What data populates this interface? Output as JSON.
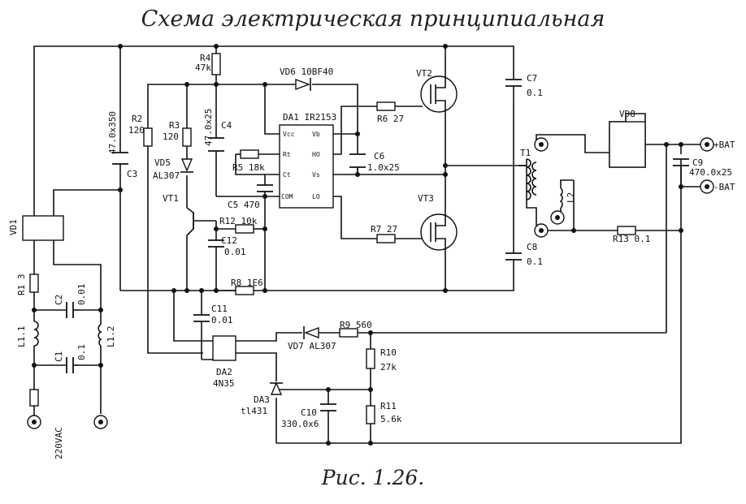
{
  "title": "Схема электрическая принципиальная",
  "caption": "Рис. 1.26.",
  "labels": {
    "r4": "R4",
    "r4v": "47k",
    "vd6": "VD6 10BF40",
    "vt2": "VT2",
    "c7": "C7",
    "c7v": "0.1",
    "r2": "R2",
    "r2v": "120",
    "r3": "R3",
    "r3v": "120",
    "c4": "C4",
    "c4v": "47.0x25",
    "c3v": "47.0x350",
    "c3": "C3",
    "da1": "DA1 IR2153",
    "vcc": "Vcc",
    "vb": "Vb",
    "rt": "Rt",
    "ho": "HO",
    "ct": "Ct",
    "vs": "Vs",
    "com": "COM",
    "lo": "LO",
    "r6": "R6 27",
    "c6": "C6",
    "c6v": "1.0x25",
    "r5": "R5 18k",
    "c5": "C5 470",
    "vd5": "VD5",
    "vd5v": "AL307",
    "vt1": "VT1",
    "vt3": "VT3",
    "r12": "R12 10k",
    "c12": "C12",
    "c12v": "0.01",
    "r7": "R7 27",
    "c8": "C8",
    "c8v": "0.1",
    "r8": "R8 1E6",
    "c11": "C11",
    "c11v": "0.01",
    "vd1": "VD1",
    "r1": "R1 3",
    "c2": "C2",
    "c2v": "0.01",
    "l11": "L1.1",
    "l12": "L1.2",
    "c1": "C1",
    "c1v": "0.1",
    "ac": "220VAC",
    "vd7": "VD7 AL307",
    "r9": "R9 560",
    "da2": "DA2",
    "da2v": "4N35",
    "r10": "R10",
    "r10v": "27k",
    "da3": "DA3",
    "da3v": "tl431",
    "c10": "C10",
    "c10v": "330.0x6",
    "r11": "R11",
    "r11v": "5.6k",
    "vd8": "VD8",
    "t1": "T1",
    "l2": "L2",
    "c9": "C9",
    "c9v": "470.0x25",
    "bat_p": "+BAT",
    "bat_n": "-BAT",
    "r13": "R13 0.1"
  }
}
